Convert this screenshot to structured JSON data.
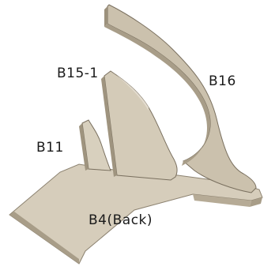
{
  "labels": {
    "b15_1": "B15-1",
    "b16": "B16",
    "b11": "B11",
    "b4": "B4(Back)"
  },
  "colors": {
    "panel_face": "#cfc5b2",
    "panel_light": "#ddd5c5",
    "panel_shadow": "#a89d88",
    "panel_edge": "#6f6656",
    "background": "#ffffff"
  }
}
